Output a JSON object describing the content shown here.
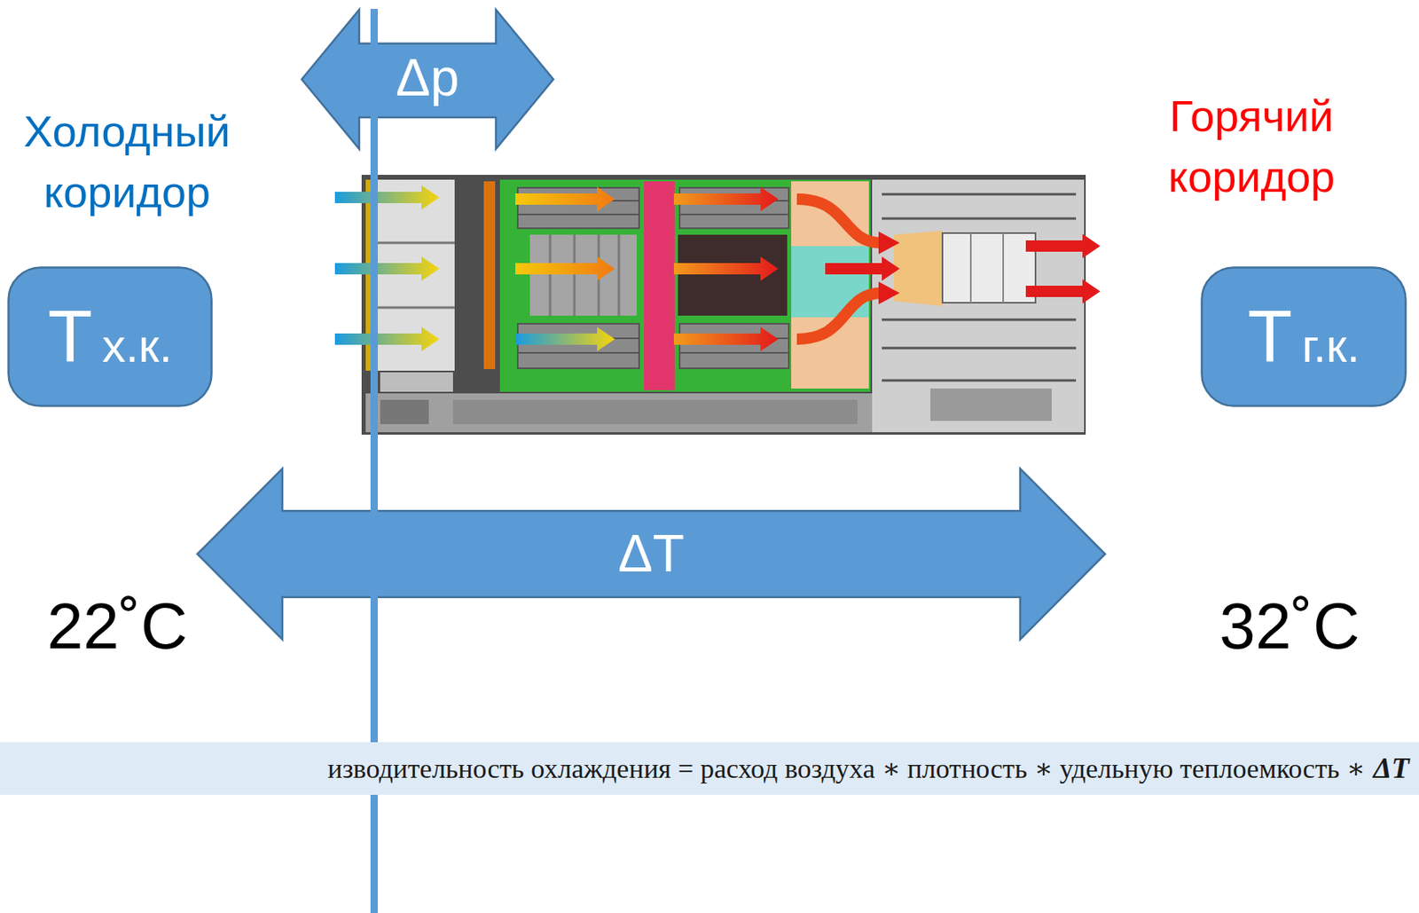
{
  "diagram": {
    "nodes": [
      {
        "text": [
          "Δp"
        ]
      },
      {
        "text": [
          "Т",
          "х.к."
        ]
      },
      {
        "text": [
          "Т",
          "г.к."
        ]
      },
      {
        "text": [
          "ΔT"
        ]
      },
      {
        "text": [
          "изводительность охлаждения = расход воздуха ∗ плотность ∗ удельную теплоемкость ∗",
          "ΔT"
        ]
      }
    ],
    "labels": [
      "Холодный коридор",
      "Горячий коридор",
      "22˚C",
      "32˚C"
    ]
  }
}
